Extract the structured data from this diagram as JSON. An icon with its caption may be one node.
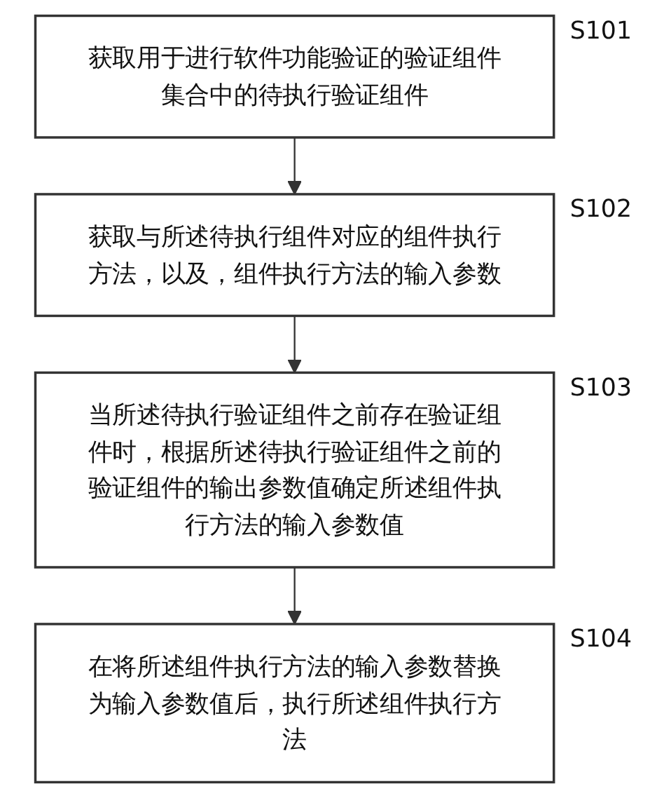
{
  "diagram": {
    "nodes": [
      {
        "text": [
          "获取用于进行软件功能验证的验证组件集合中的待执行验证组件"
        ],
        "beside": [
          "S101"
        ]
      },
      {
        "text": [
          "获取与所述待执行组件对应的组件执行方法，以及，组件执行方法的输入参数"
        ],
        "beside": [
          "S102"
        ]
      },
      {
        "text": [
          "当所述待执行验证组件之前存在验证组件时，根据所述待执行验证组件之前的验证组件的输出参数值确定所述组件执行方法的输入参数值"
        ],
        "beside": [
          "S103"
        ]
      },
      {
        "text": [
          "在将所述组件执行方法的输入参数替换为输入参数值后，执行所述组件执行方法"
        ],
        "beside": [
          "S104"
        ]
      }
    ],
    "edges": [
      {
        "from": 0,
        "to": 1,
        "arrow": "to"
      },
      {
        "from": 1,
        "to": 2,
        "arrow": "to"
      },
      {
        "from": 2,
        "to": 3,
        "arrow": "to"
      }
    ]
  }
}
